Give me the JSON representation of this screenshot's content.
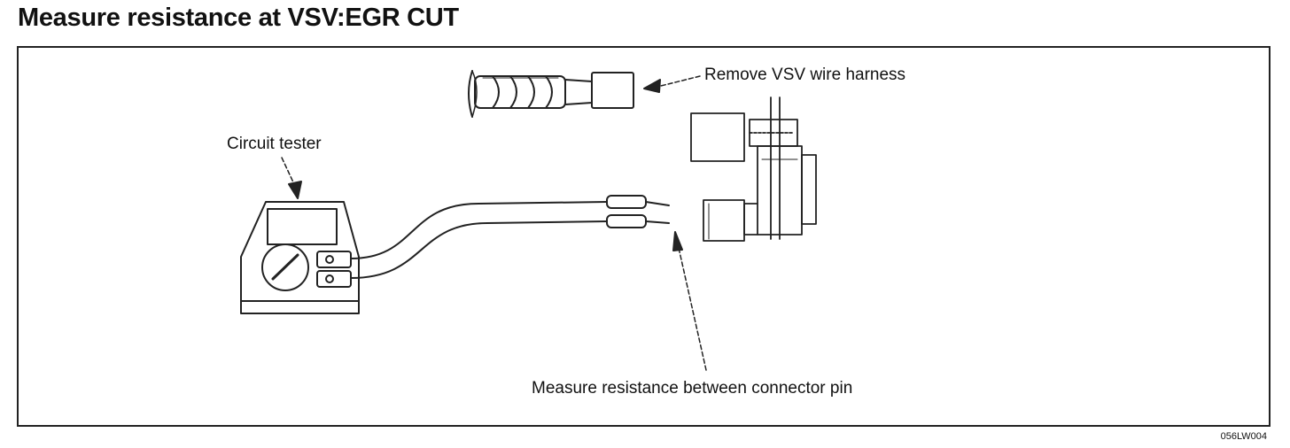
{
  "title": "Measure resistance at VSV:EGR CUT",
  "labels": {
    "remove_harness": "Remove VSV wire harness",
    "circuit_tester": "Circuit tester",
    "measure_between": "Measure resistance between connector pin"
  },
  "figure_code": "056LW004"
}
